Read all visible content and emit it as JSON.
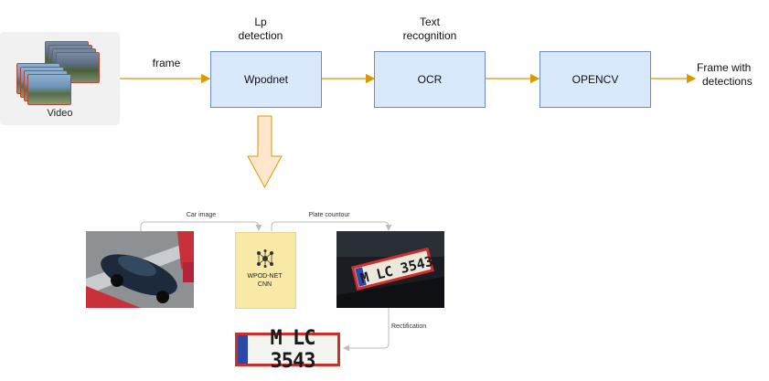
{
  "source": {
    "label": "Video"
  },
  "edges": {
    "frame_label": "frame",
    "output_label_1": "Frame with",
    "output_label_2": "detections"
  },
  "steps": [
    {
      "name": "Wpodnet",
      "caption_1": "Lp",
      "caption_2": "detection"
    },
    {
      "name": "OCR",
      "caption_1": "Text",
      "caption_2": "recognition"
    },
    {
      "name": "OPENCV"
    }
  ],
  "detail": {
    "car_image_label": "Car image",
    "plate_contour_label": "Plate countour",
    "cnn_label_1": "WPOD-NET",
    "cnn_label_2": "CNN",
    "rectification_label": "Rectification",
    "plate_text": "M LC 3543"
  },
  "colors": {
    "process_fill": "#dae8fc",
    "process_stroke": "#6c8ebf",
    "arrow": "#d79b00",
    "down_arrow_fill": "#ffe6cc",
    "cnn_fill": "#f9e9a6",
    "plate_border": "#c8302c"
  }
}
